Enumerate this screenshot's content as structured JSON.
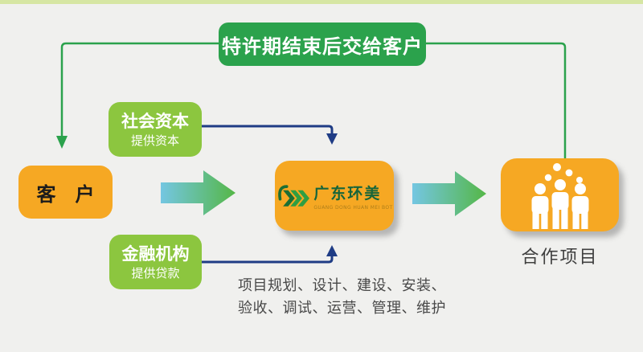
{
  "page": {
    "background": "#F0F0EE",
    "top_strip_color": "#D6E6A3"
  },
  "banner": {
    "label": "特许期结束后交给客户",
    "color": "#2BA24C"
  },
  "nodes": {
    "customer": {
      "label": "客　户",
      "color": "#F6A823"
    },
    "social_capital": {
      "title": "社会资本",
      "subtitle": "提供资本",
      "color": "#8CC63F"
    },
    "financial_institution": {
      "title": "金融机构",
      "subtitle": "提供贷款",
      "color": "#8CC63F"
    },
    "company": {
      "name": "广东环美",
      "subtext": "GUANG DONG HUAN MEI BOT",
      "color": "#F6A823",
      "logo_icon": "huanmei-chevrons-icon"
    },
    "cooperation_project": {
      "label": "合作项目",
      "color": "#F6A823",
      "icon": "team-people-icon"
    }
  },
  "notes": {
    "scope_line1": "项目规划、设计、建设、安装、",
    "scope_line2": "验收、调试、运营、管理、维护"
  },
  "connectors": {
    "green_color": "#2BA24C",
    "navy_color": "#1F3C85",
    "gradient_start": "#74C6E2",
    "gradient_end": "#55B747"
  }
}
